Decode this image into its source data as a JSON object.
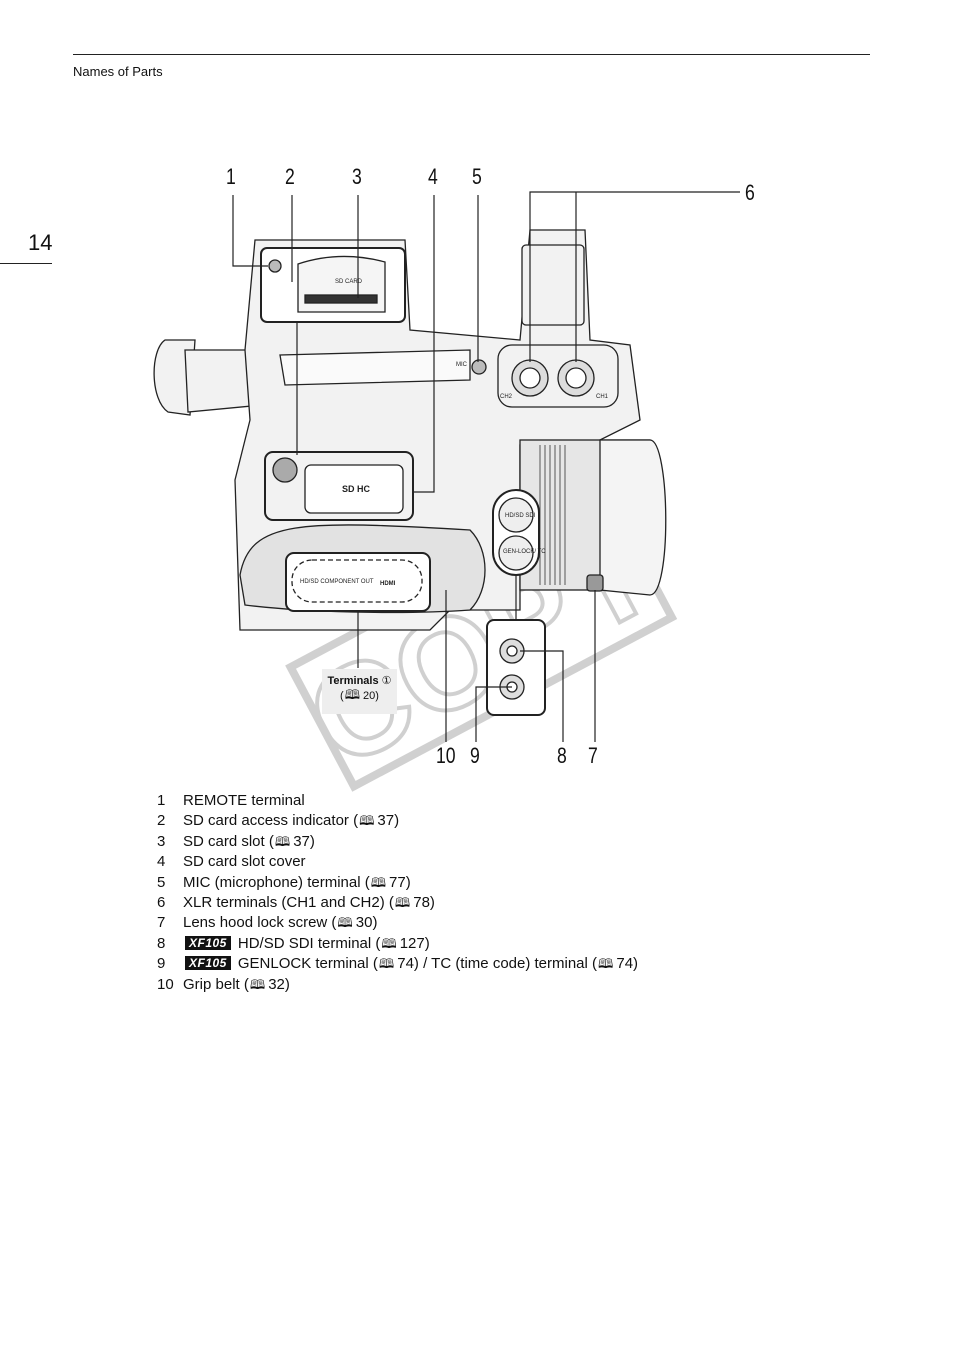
{
  "header": {
    "section": "Names of Parts",
    "page_number": "14"
  },
  "figure": {
    "callouts": [
      "1",
      "2",
      "3",
      "4",
      "5",
      "6",
      "7",
      "8",
      "9",
      "10"
    ],
    "labels": {
      "mic": "MIC",
      "sd_card": "SD CARD",
      "ch1": "CH1",
      "ch2": "CH2",
      "hdsd_sdi": "HD/SD SDI",
      "genlock_tc": "GEN-LOCK/ TC",
      "hdsd_component": "HD/SD COMPONENT OUT",
      "hdmi": "HDMI",
      "sd_logo": "SD HC"
    },
    "terminals_box": {
      "title": "Terminals",
      "circled": "①",
      "ref": "20"
    },
    "watermark": "COPY"
  },
  "legend": [
    {
      "num": "1",
      "badge": "",
      "text": "REMOTE terminal",
      "refs": []
    },
    {
      "num": "2",
      "badge": "",
      "text": "SD card access indicator",
      "refs": [
        "37"
      ]
    },
    {
      "num": "3",
      "badge": "",
      "text": "SD card slot",
      "refs": [
        "37"
      ]
    },
    {
      "num": "4",
      "badge": "",
      "text": "SD card slot cover",
      "refs": []
    },
    {
      "num": "5",
      "badge": "",
      "text": "MIC (microphone) terminal",
      "refs": [
        "77"
      ]
    },
    {
      "num": "6",
      "badge": "",
      "text": "XLR terminals (CH1 and CH2)",
      "refs": [
        "78"
      ]
    },
    {
      "num": "7",
      "badge": "",
      "text": "Lens hood lock screw",
      "refs": [
        "30"
      ]
    },
    {
      "num": "8",
      "badge": "XF105",
      "text": "HD/SD SDI terminal",
      "refs": [
        "127"
      ]
    },
    {
      "num": "9",
      "badge": "XF105",
      "text": "GENLOCK terminal",
      "refs": [
        "74"
      ],
      "extra_text": "/ TC (time code) terminal",
      "extra_refs": [
        "74"
      ]
    },
    {
      "num": "10",
      "badge": "",
      "text": "Grip belt",
      "refs": [
        "32"
      ]
    }
  ]
}
